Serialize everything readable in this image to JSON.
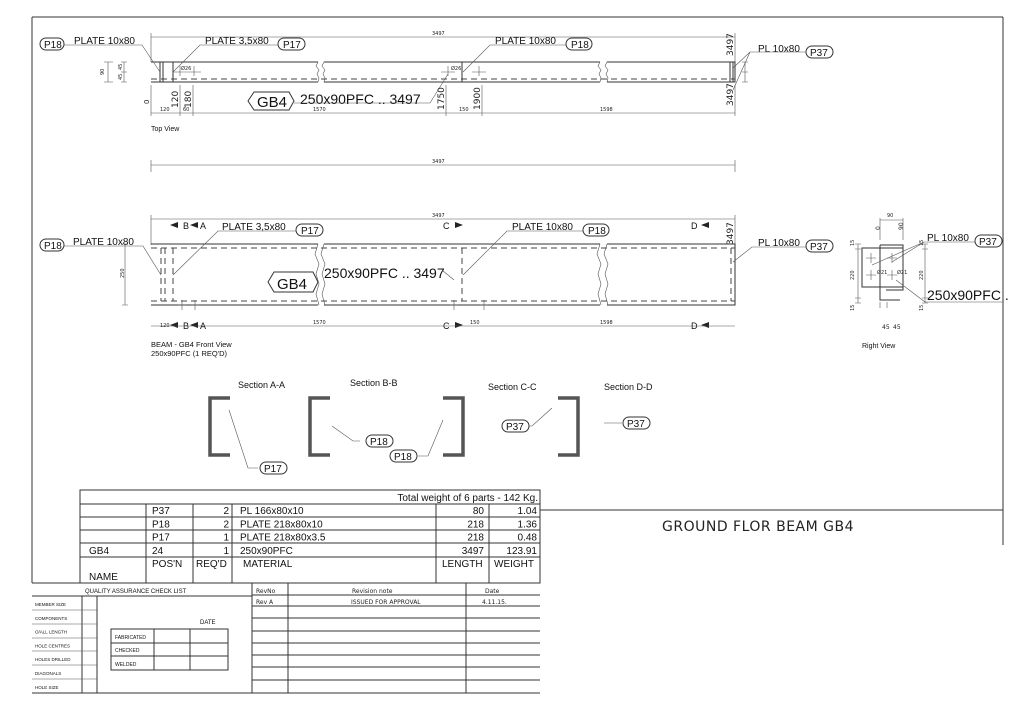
{
  "title": "GROUND FLOR BEAM GB4",
  "top_view": {
    "label": "Top View",
    "overall": "3497",
    "callouts": {
      "p18_left": {
        "text": "PLATE 10x80",
        "tag": "P18"
      },
      "p17": {
        "text": "PLATE 3,5x80",
        "tag": "P17"
      },
      "p18_mid": {
        "text": "PLATE 10x80",
        "tag": "P18"
      },
      "p37": {
        "text": "PL 10x80",
        "tag": "P37"
      }
    },
    "member_tag": "GB4",
    "member_text": "250x90PFC .. 3497",
    "dims_vertical": [
      "0",
      "120",
      "180",
      "1750",
      "1900",
      "3497",
      "3497",
      "90",
      "45",
      "45",
      "0"
    ],
    "dims_bottom": [
      "120",
      "60",
      "1570",
      "150",
      "1598"
    ],
    "hole_labels": [
      "Ø26",
      "Ø26"
    ]
  },
  "front_view": {
    "label_line1": "BEAM - GB4 Front View",
    "label_line2": "250x90PFC (1 REQ'D)",
    "overall": "3497",
    "overall_top": "3497",
    "callouts": {
      "p18_left": {
        "text": "PLATE 10x80",
        "tag": "P18"
      },
      "p17": {
        "text": "PLATE 3,5x80",
        "tag": "P17"
      },
      "p18_mid": {
        "text": "PLATE 10x80",
        "tag": "P18"
      },
      "p37": {
        "text": "PL 10x80",
        "tag": "P37"
      }
    },
    "member_tag": "GB4",
    "member_text": "250x90PFC .. 3497",
    "height_dim": "250",
    "section_marks": [
      "B",
      "A",
      "C",
      "D"
    ],
    "dims_bottom": [
      "120",
      "1570",
      "150",
      "1598"
    ],
    "right_dim": "3497"
  },
  "right_view": {
    "label": "Right View",
    "callout": {
      "text": "PL 10x80",
      "tag": "P37"
    },
    "member_text": "250x90PFC .",
    "dims": [
      "90",
      "0",
      "90",
      "15",
      "220",
      "15",
      "15",
      "220",
      "15",
      "45",
      "45"
    ],
    "hole_labels": [
      "Ø21",
      "Ø21"
    ]
  },
  "sections": [
    {
      "title": "Section A-A",
      "tags": [
        "P17"
      ]
    },
    {
      "title": "Section B-B",
      "tags": [
        "P18",
        "P18"
      ]
    },
    {
      "title": "Section C-C",
      "tags": [
        "P37"
      ]
    },
    {
      "title": "Section D-D",
      "tags": [
        "P37"
      ]
    }
  ],
  "parts_table": {
    "total": "Total weight of 6 parts - 142 Kg.",
    "rows": [
      {
        "name": "",
        "pos": "P37",
        "req": "2",
        "material": "PL 166x80x10",
        "length": "80",
        "weight": "1.04"
      },
      {
        "name": "",
        "pos": "P18",
        "req": "2",
        "material": "PLATE 218x80x10",
        "length": "218",
        "weight": "1.36"
      },
      {
        "name": "",
        "pos": "P17",
        "req": "1",
        "material": "PLATE 218x80x3.5",
        "length": "218",
        "weight": "0.48"
      },
      {
        "name": "GB4",
        "pos": "24",
        "req": "1",
        "material": "250x90PFC",
        "length": "3497",
        "weight": "123.91"
      }
    ],
    "headers": {
      "name": "NAME",
      "pos": "POS'N",
      "req": "REQ'D",
      "material": "MATERIAL",
      "length": "LENGTH",
      "weight": "WEIGHT"
    }
  },
  "qa": {
    "title": "QUALITY ASSURANCE CHECK LIST",
    "items": [
      "MEMBER SIZE",
      "COMPONENTS",
      "O/ALL LENGTH",
      "HOLE CENTRES",
      "HOLES DRILLED",
      "DIAGONALS",
      "HOLE SIZE"
    ],
    "date_label": "DATE",
    "signoff": [
      "FABRICATED",
      "CHECKED",
      "WELDED"
    ]
  },
  "revisions": {
    "headers": {
      "rev": "RevNo",
      "note": "Revision note",
      "date": "Date"
    },
    "rows": [
      {
        "rev": "Rev A",
        "note": "ISSUED FOR APPROVAL",
        "date": "4.11.15."
      }
    ]
  }
}
